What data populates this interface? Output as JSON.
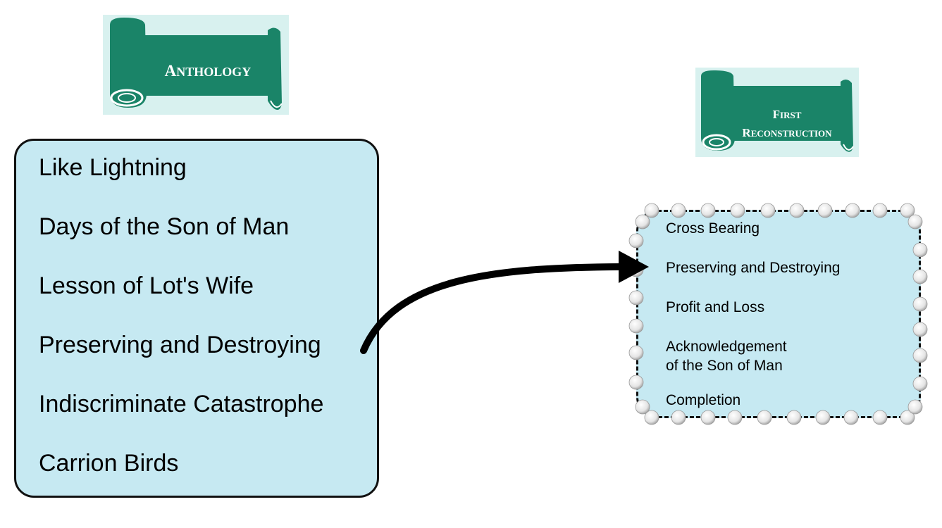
{
  "anthology": {
    "title_cap": "A",
    "title_rest": "NTHOLOGY",
    "items": [
      "Like Lightning",
      "Days of the Son of Man",
      "Lesson of Lot's Wife",
      "Preserving and Destroying",
      "Indiscriminate Catastrophe",
      "Carrion Birds"
    ]
  },
  "first_reconstruction": {
    "line1_cap": "F",
    "line1_rest": "IRST",
    "line2_cap": "R",
    "line2_rest": "ECONSTRUCTION",
    "items": [
      "Cross Bearing",
      "Preserving and Destroying",
      "Profit and Loss",
      "Acknowledgement",
      "of the Son of Man",
      "Completion"
    ]
  },
  "colors": {
    "scroll_green": "#1a8468",
    "scroll_bg": "#d8f1ef",
    "box_fill": "#c6e9f2",
    "outline": "#111111"
  }
}
